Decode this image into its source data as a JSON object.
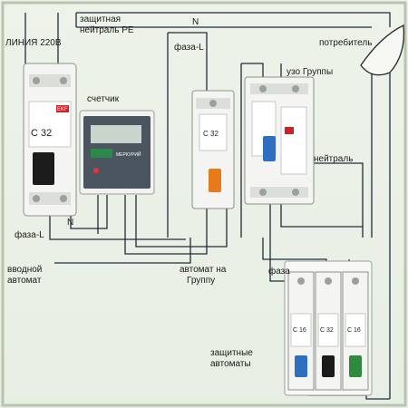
{
  "labels": {
    "line_voltage": "ЛИНИЯ  220В",
    "protective_neutral": "защитная\nнейтраль PE",
    "neutral_top": "N",
    "phase_l_top": "фаза-L",
    "consumer": "потребитель",
    "meter": "счетчик",
    "rcd_group": "узо Группы",
    "neutral_right": "нейтраль",
    "n_left": "N",
    "phase_l_left": "фаза-L",
    "input_breaker": "вводной\nавтомат",
    "group_breaker": "автомат на\nГруппу",
    "phase_right": "фаза",
    "protective_breakers": "защитные\nавтоматы"
  },
  "devices": {
    "input_breaker": {
      "rating": "C 32",
      "brand": "EKF"
    },
    "meter": {
      "brand": "МЕРКУРИЙ"
    },
    "group_breaker": {
      "rating": "C 32"
    },
    "rcd": {
      "rating": ""
    },
    "protective_breakers": [
      {
        "rating": "C 16",
        "toggle_color": "#2f6fc0"
      },
      {
        "rating": "C 32",
        "toggle_color": "#1a1a1a"
      },
      {
        "rating": "C 16",
        "toggle_color": "#2f8a3e"
      }
    ]
  },
  "colors": {
    "wire": "#1d2d3a",
    "breaker_body": "#f4f5f3",
    "meter_body": "#4a5560",
    "toggle_orange": "#e77b1b",
    "toggle_blue": "#2f6fc0",
    "brand_red": "#c0282c"
  }
}
